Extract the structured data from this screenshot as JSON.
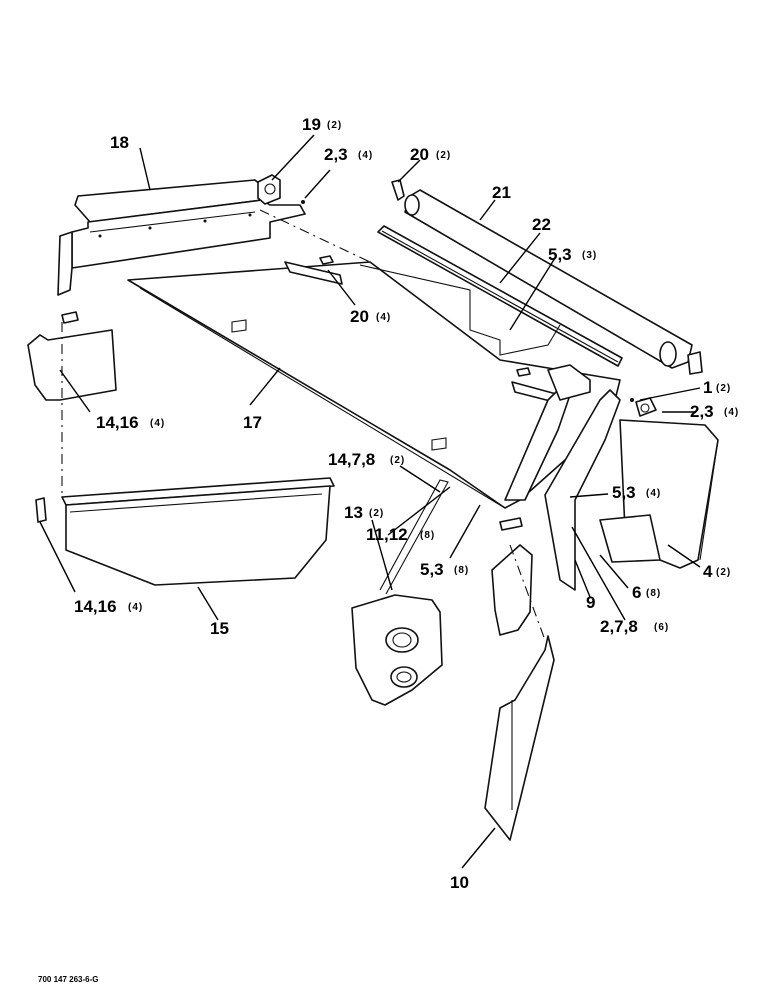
{
  "callouts": {
    "c18": {
      "num": "18",
      "qty": ""
    },
    "c19": {
      "num": "19",
      "qty": "(2)"
    },
    "c23a": {
      "num": "2,3",
      "qty": "(4)"
    },
    "c20a": {
      "num": "20",
      "qty": "(2)"
    },
    "c21": {
      "num": "21",
      "qty": ""
    },
    "c22": {
      "num": "22",
      "qty": ""
    },
    "c53a": {
      "num": "5,3",
      "qty": "(3)"
    },
    "c20b": {
      "num": "20",
      "qty": "(4)"
    },
    "c1416a": {
      "num": "14,16",
      "qty": "(4)"
    },
    "c17": {
      "num": "17",
      "qty": ""
    },
    "c1": {
      "num": "1",
      "qty": "(2)"
    },
    "c23b": {
      "num": "2,3",
      "qty": "(4)"
    },
    "c1478": {
      "num": "14,7,8",
      "qty": "(2)"
    },
    "c53b": {
      "num": "5,3",
      "qty": "(4)"
    },
    "c13": {
      "num": "13",
      "qty": "(2)"
    },
    "c1112": {
      "num": "11,12",
      "qty": "(8)"
    },
    "c53c": {
      "num": "5,3",
      "qty": "(8)"
    },
    "c4": {
      "num": "4",
      "qty": "(2)"
    },
    "c6": {
      "num": "6",
      "qty": "(8)"
    },
    "c9": {
      "num": "9",
      "qty": ""
    },
    "c278": {
      "num": "2,7,8",
      "qty": "(6)"
    },
    "c1416b": {
      "num": "14,16",
      "qty": "(4)"
    },
    "c15": {
      "num": "15",
      "qty": ""
    },
    "c10": {
      "num": "10",
      "qty": ""
    }
  },
  "drawing_code": "700 147 263-6-G"
}
